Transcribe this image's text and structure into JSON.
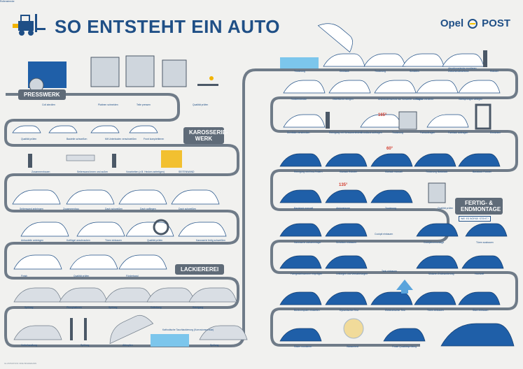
{
  "header": {
    "title": "SO ENTSTEHT EIN AUTO",
    "brand_left": "Opel",
    "brand_right": "POST"
  },
  "sections": {
    "presswerk": "PRESSWERK",
    "karosseriewerk": "KAROSSERIE-WERK",
    "lackiererei": "LACKIEREREI",
    "fertig": "FERTIG- & ENDMONTAGE"
  },
  "left_stations": [
    "Coil abrollen",
    "Platinen schneiden",
    "Teile pressen",
    "Qualität prüfen",
    "Qualität prüfen",
    "Bauteile schweißen",
    "Mit Unterboden verschweißen",
    "Front komplettieren",
    "Zusammenbauen",
    "Seitenwand innen und außen",
    "Vorarbeiten (z.B. Hecken anfertigen)",
    "SEITENWAND",
    "Seitenwand anbringen",
    "Zusammenbau",
    "Dach schweißen",
    "Dach aufliegen",
    "Dach schweißen",
    "Anbauteile anbringen",
    "Kotflügel anschrauben",
    "Türen einbauen",
    "Qualität prüfen",
    "Karosserie fertig schweißen",
    "Finish",
    "Qualität prüfen",
    "Förderband",
    "Spülung",
    "Phosphatieren",
    "Spülung",
    "Entfettung",
    "Reinigung",
    "Vorbehandlung",
    "Spülung",
    "Abtropfen",
    "Kathodische Tauchlackierung (Korrosionsschutz)",
    "Spülung"
  ],
  "right_stations": [
    "Trocknung",
    "Decklack",
    "Trocknung",
    "Schleifen",
    "Zwischenabschluss",
    "Abschlussdecke montieren",
    "Roboter",
    "Trockenstrecke",
    "Oberfläche reinigen",
    "Unterbodenschutz auf Schweller auftragen",
    "Karton verdeckt",
    "Gleitsprüngen ablegen",
    "Dichtfolie verstrecken",
    "Reinigung mit Schwanenfedern",
    "Grundlack auftragen",
    "Trocknung",
    "Farbauftragen",
    "Farblack auftragen",
    "Einrichten",
    "Reinigung mit Emu-Federn",
    "Klarlack Roboter",
    "Klarlack manuell",
    "Trocknung Basislack",
    "Basislack Roboter",
    "Basislack manuell",
    "Abdunstzone",
    "Trocknung",
    "Qualität prüfen",
    "Karosserie zwischenlager",
    "Scheiben einbauen",
    "Cockpit einbauen",
    "Cockpitvormontage",
    "Türen ausbauen",
    "Fahrgestellnummer einprägen",
    "Leitungen und Verkabelungen",
    "Tank einbauen",
    "Motoren-Endmontierung",
    "Hochzeit",
    "Bordcomputer einstellen",
    "Dynamischer Test",
    "Elektronischer Test",
    "Türen einbauen",
    "Sitze einbauen",
    "Räder montieren",
    "Wassertest",
    "Finale Qualitätsprüfung",
    "Rollenstrecke"
  ],
  "temps": {
    "t1": "165°",
    "t2": "60°",
    "t3": "135°"
  },
  "callout": "WIE ES BÖRSE STEHT?",
  "footer": "ILLUSTRATION: NIKE BOLDENANN",
  "colors": {
    "primary": "#1f4f86",
    "car_blue": "#1f5fa8",
    "belt": "#6f7b88",
    "worker": "#f2b400",
    "temp": "#d33c2e",
    "water": "#7cc6ec"
  }
}
